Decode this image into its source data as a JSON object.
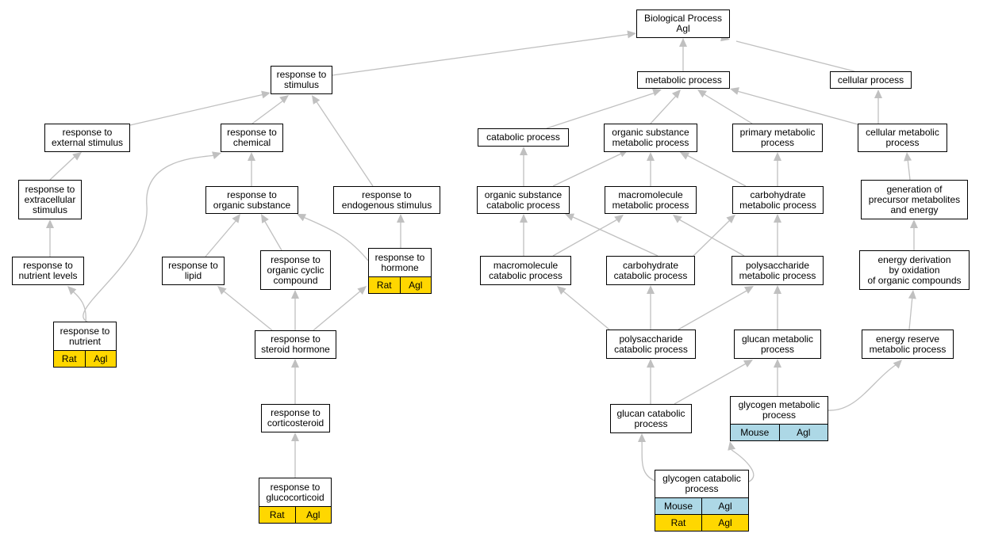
{
  "colors": {
    "edge": "#c0c0c0",
    "rat": "#ffd700",
    "mouse": "#add8e6"
  },
  "nodes": {
    "bp": {
      "label": "Biological Process\nAgl"
    },
    "rts": {
      "label": "response to\nstimulus"
    },
    "mp": {
      "label": "metabolic process"
    },
    "cp": {
      "label": "cellular process"
    },
    "res": {
      "label": "response to\nexternal stimulus"
    },
    "rch": {
      "label": "response to\nchemical"
    },
    "catp": {
      "label": "catabolic process"
    },
    "osmp": {
      "label": "organic substance\nmetabolic process"
    },
    "pmp": {
      "label": "primary metabolic\nprocess"
    },
    "cmp": {
      "label": "cellular metabolic\nprocess"
    },
    "rext": {
      "label": "response to\nextracellular\nstimulus"
    },
    "ros": {
      "label": "response to\norganic substance"
    },
    "rend": {
      "label": "response to\nendogenous stimulus"
    },
    "oscp": {
      "label": "organic substance\ncatabolic process"
    },
    "macmp": {
      "label": "macromolecule\nmetabolic process"
    },
    "carbmp": {
      "label": "carbohydrate\nmetabolic process"
    },
    "gpm": {
      "label": "generation of\nprecursor metabolites\nand energy"
    },
    "rnl": {
      "label": "response to\nnutrient levels"
    },
    "rl": {
      "label": "response to\nlipid"
    },
    "rocc": {
      "label": "response to\norganic cyclic\ncompound"
    },
    "rh": {
      "label": "response to\nhormone",
      "ann": [
        {
          "species": "Rat",
          "gene": "Agl"
        }
      ]
    },
    "maccp": {
      "label": "macromolecule\ncatabolic process"
    },
    "carbcp": {
      "label": "carbohydrate\ncatabolic process"
    },
    "polymp": {
      "label": "polysaccharide\nmetabolic process"
    },
    "edo": {
      "label": "energy derivation\nby oxidation\nof organic compounds"
    },
    "rn": {
      "label": "response to\nnutrient",
      "ann": [
        {
          "species": "Rat",
          "gene": "Agl"
        }
      ]
    },
    "rsh": {
      "label": "response to\nsteroid hormone"
    },
    "polycp": {
      "label": "polysaccharide\ncatabolic process"
    },
    "glmp": {
      "label": "glucan metabolic\nprocess"
    },
    "ermp": {
      "label": "energy reserve\nmetabolic process"
    },
    "rcort": {
      "label": "response to\ncorticosteroid"
    },
    "glcp": {
      "label": "glucan catabolic\nprocess"
    },
    "gymp": {
      "label": "glycogen metabolic\nprocess",
      "ann": [
        {
          "species": "Mouse",
          "gene": "Agl"
        }
      ]
    },
    "rgluc": {
      "label": "response to\nglucocorticoid",
      "ann": [
        {
          "species": "Rat",
          "gene": "Agl"
        }
      ]
    },
    "gycp": {
      "label": "glycogen catabolic\nprocess",
      "ann": [
        {
          "species": "Mouse",
          "gene": "Agl"
        },
        {
          "species": "Rat",
          "gene": "Agl"
        }
      ]
    }
  }
}
